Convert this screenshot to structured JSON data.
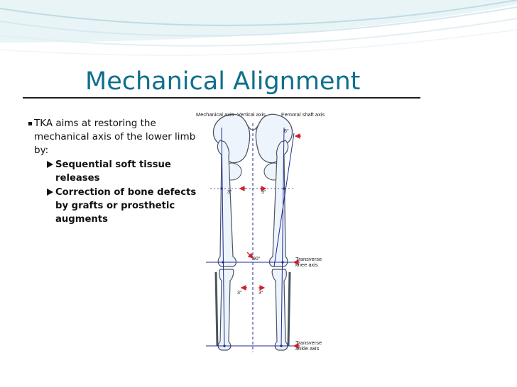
{
  "slide": {
    "title": "Mechanical Alignment",
    "bullet": "TKA aims at restoring the mechanical axis of the lower limb by:",
    "sub_bullets": [
      "Sequential soft tissue releases",
      "Correction of bone defects by grafts or prosthetic augments"
    ]
  },
  "figure": {
    "labels": {
      "mechanical_axis": "Mechanical axis",
      "vertical_axis": "Vertical axis",
      "femoral_shaft_axis": "Femoral shaft axis",
      "transverse_knee_axis": "Transverse knee axis",
      "transverse_ankle_axis": "Transverse ankle axis"
    },
    "angles": {
      "femoral_shaft": "6°",
      "left_hip": "3°",
      "right_hip": "9°",
      "knee": "90°",
      "left_tibia": "3°",
      "right_tibia": "3°"
    }
  },
  "colors": {
    "title": "#0f6f8e",
    "bone": "#eef4fb",
    "bone_outline": "#4a5560",
    "axis_line": "#1f2a9a",
    "arrow": "#d0202a",
    "decoration": "#cfe6ee"
  }
}
